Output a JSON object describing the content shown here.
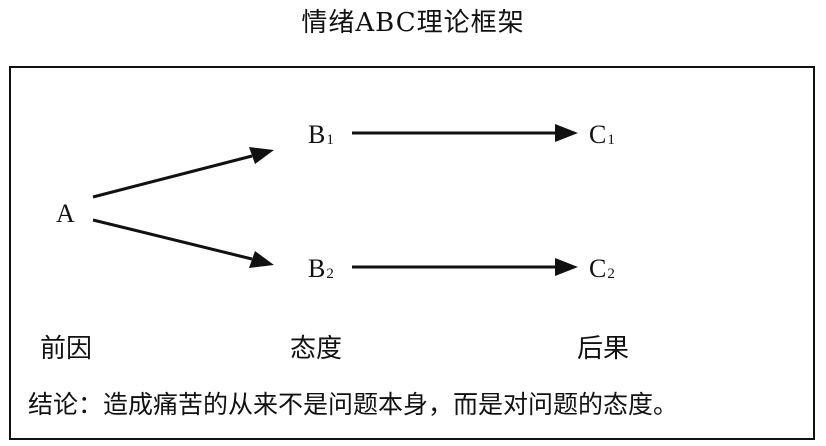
{
  "title": "情绪ABC理论框架",
  "nodes": {
    "a": {
      "main": "A",
      "sub": ""
    },
    "b1": {
      "main": "B",
      "sub": "1"
    },
    "b2": {
      "main": "B",
      "sub": "2"
    },
    "c1": {
      "main": "C",
      "sub": "1"
    },
    "c2": {
      "main": "C",
      "sub": "2"
    }
  },
  "edges": [
    {
      "from": "A",
      "to": "B1"
    },
    {
      "from": "A",
      "to": "B2"
    },
    {
      "from": "B1",
      "to": "C1"
    },
    {
      "from": "B2",
      "to": "C2"
    }
  ],
  "labels": {
    "antecedent": "前因",
    "attitude": "态度",
    "consequence": "后果"
  },
  "conclusion": "结论：造成痛苦的从来不是问题本身，而是对问题的态度。"
}
